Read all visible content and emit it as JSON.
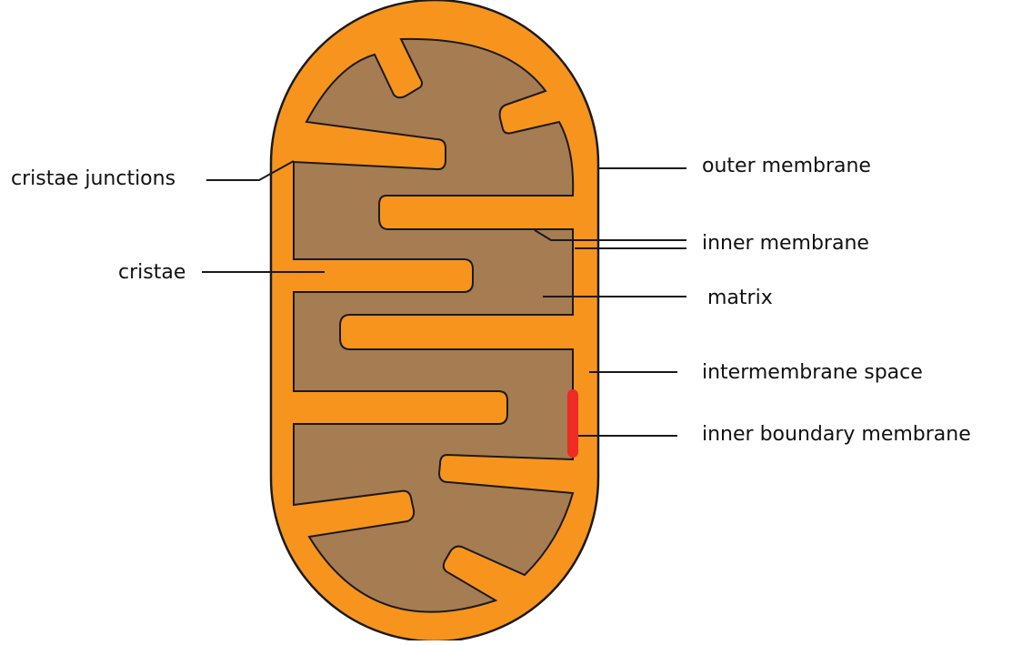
{
  "labels": {
    "cristae_junctions": "cristae junctions",
    "cristae": "cristae",
    "outer_membrane": "outer membrane",
    "inner_membrane": "inner membrane",
    "matrix": "matrix",
    "intermembrane_space": "intermembrane space",
    "inner_boundary_membrane": "inner boundary membrane"
  },
  "colors": {
    "intermembrane_space": "#f7941d",
    "matrix": "#a67c52",
    "boundary_highlight": "#ee2b24",
    "outline": "#1a1a1a"
  }
}
